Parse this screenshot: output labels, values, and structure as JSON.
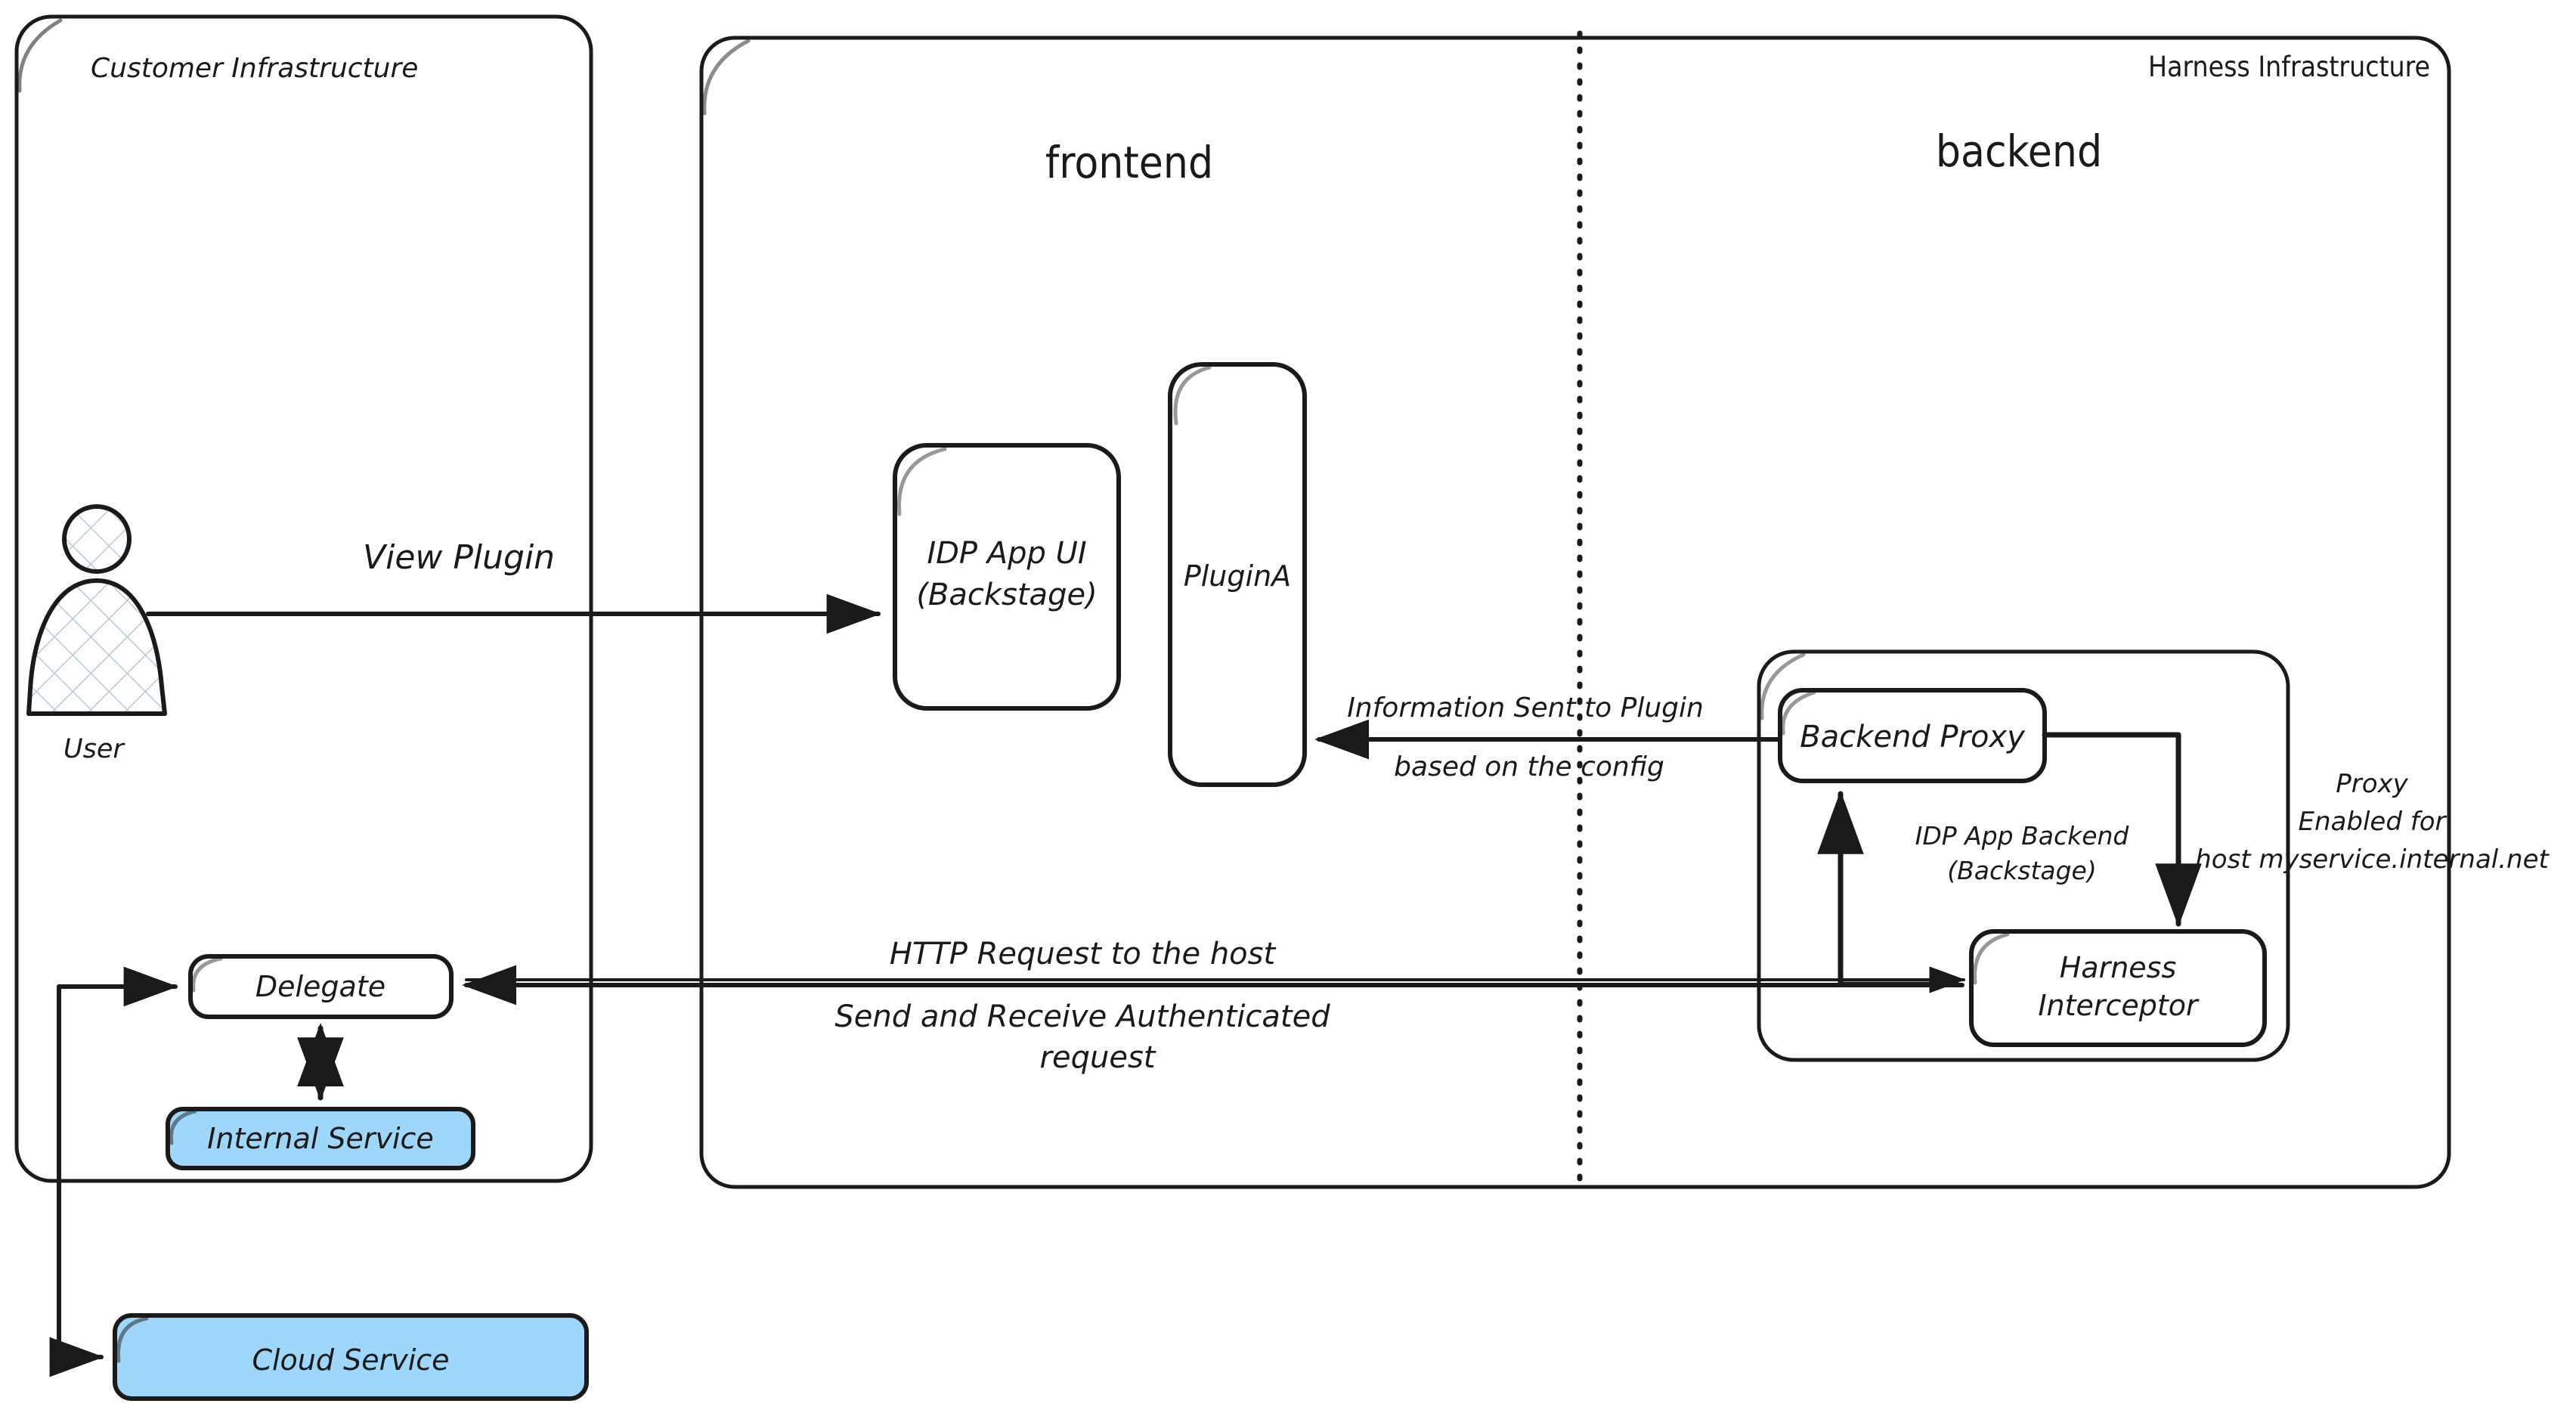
{
  "diagram": {
    "title": "IDP Plugin Proxy Architecture",
    "colors": {
      "stroke": "#1a1a1a",
      "service_fill": "#9ed7fb",
      "background": "#ffffff"
    },
    "groups": {
      "customer_infrastructure": {
        "label": "Customer Infrastructure"
      },
      "harness_infrastructure": {
        "label": "Harness Infrastructure"
      },
      "frontend": {
        "label": "frontend"
      },
      "backend": {
        "label": "backend"
      },
      "idp_app_backend": {
        "label_line1": "IDP App Backend",
        "label_line2": "(Backstage)"
      }
    },
    "nodes": {
      "user": {
        "label": "User"
      },
      "idp_app_ui": {
        "label_line1": "IDP App UI",
        "label_line2": "(Backstage)"
      },
      "plugin_a": {
        "label": "PluginA"
      },
      "backend_proxy": {
        "label": "Backend Proxy"
      },
      "harness_interceptor": {
        "label_line1": "Harness",
        "label_line2": "Interceptor"
      },
      "delegate": {
        "label": "Delegate"
      },
      "internal_service": {
        "label": "Internal Service"
      },
      "cloud_service": {
        "label": "Cloud Service"
      }
    },
    "edges": {
      "view_plugin": {
        "label": "View Plugin"
      },
      "info_to_plugin": {
        "label_line1": "Information Sent to Plugin",
        "label_line2": "based on the config"
      },
      "http_request": {
        "label_line1": "HTTP Request to the host",
        "label_line2": "Send and Receive Authenticated",
        "label_line3": "request"
      },
      "proxy_enabled": {
        "label_line1": "Proxy",
        "label_line2": "Enabled for",
        "label_line3": "host myservice.internal.net"
      }
    }
  }
}
